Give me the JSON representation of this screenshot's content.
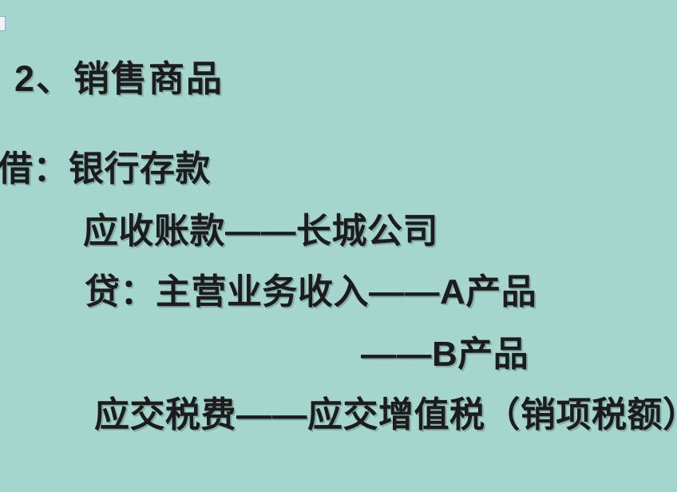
{
  "slide": {
    "background_color": "#a5d6ce",
    "text_color": "#1c1c1c",
    "heading": "2、销售商品",
    "entry_lines": [
      "借：银行存款",
      "应收账款——长城公司",
      "贷：主营业务收入——A产品",
      "——B产品",
      "应交税费——应交增值税（销项税额）"
    ]
  },
  "edge_marker": {
    "label": "",
    "border_color": "#8fa8d8",
    "fill_color": "#eef1f8"
  }
}
